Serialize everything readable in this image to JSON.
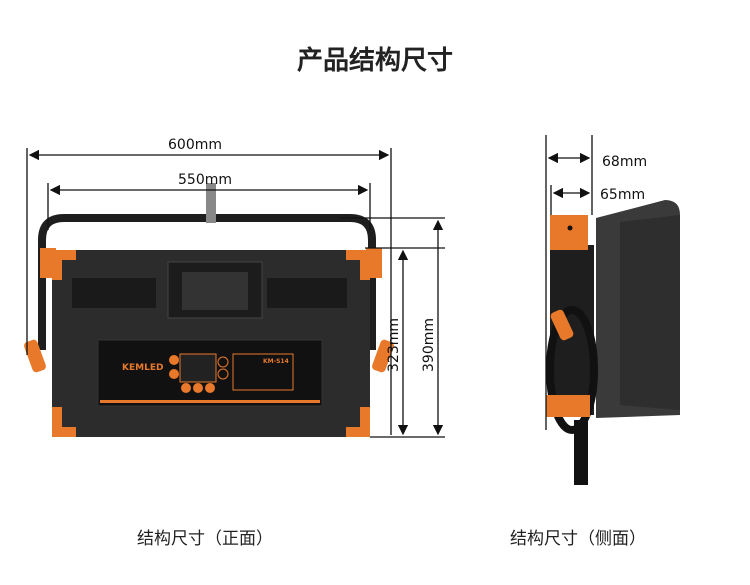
{
  "title": "产品结构尺寸",
  "front": {
    "caption": "结构尺寸（正面）",
    "width_outer": "600mm",
    "width_inner": "550mm",
    "height_body": "323mm",
    "height_total": "390mm",
    "panel_brand": "KEMLED",
    "panel_model": "KM-S14"
  },
  "side": {
    "caption": "结构尺寸（侧面）",
    "depth_outer": "68mm",
    "depth_inner": "65mm"
  },
  "colors": {
    "accent": "#e8792a",
    "body": "#2c2c2c"
  }
}
